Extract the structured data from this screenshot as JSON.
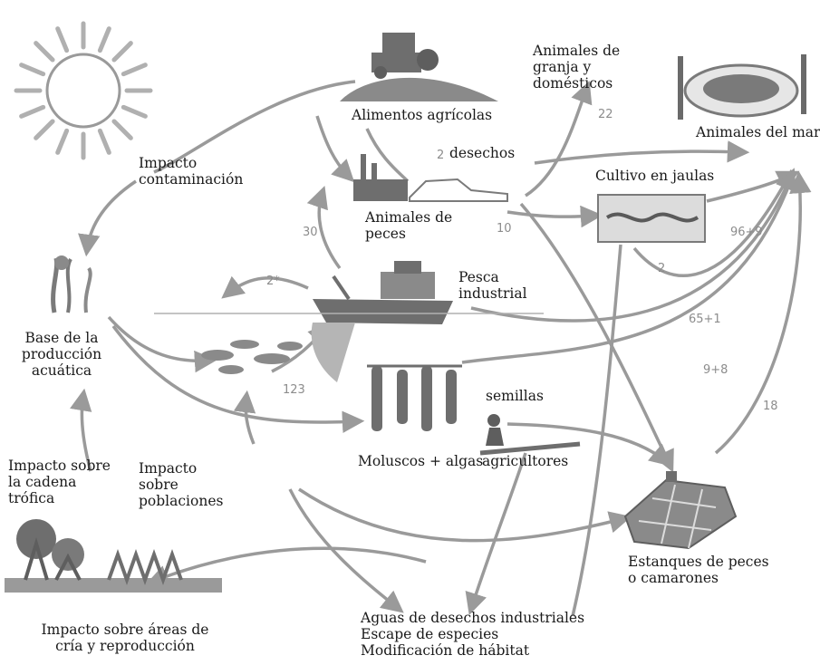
{
  "colors": {
    "arrow": "#9a9a9a",
    "illustration": "#7a7a7a",
    "text": "#1a1a1a"
  },
  "icons": [
    "sun-icon",
    "tractor-icon",
    "seafood-plate-icon",
    "factory-icon",
    "cage-icon",
    "fishing-boat-icon",
    "seaweed-icon",
    "fish-school-icon",
    "mollusc-rope-icon",
    "farmer-icon",
    "fish-pond-icon",
    "mangrove-icon"
  ],
  "labels": {
    "alimentos": "Alimentos agrícolas",
    "granja": [
      "Animales de",
      "granja y",
      "domésticos"
    ],
    "animales_mar": "Animales del mar",
    "desechos": "desechos",
    "impacto_contaminacion": [
      "Impacto",
      "contaminación"
    ],
    "cultivo_jaulas": "Cultivo en jaulas",
    "animales_peces": [
      "Animales de",
      "peces"
    ],
    "pesca": [
      "Pesca",
      "industrial"
    ],
    "base": [
      "Base de la",
      "producción",
      "acuática"
    ],
    "semillas": "semillas",
    "moluscos": "Moluscos + algas",
    "agricultores": "agricultores",
    "impacto_cadena": [
      "Impacto sobre",
      "la cadena",
      "trófica"
    ],
    "impacto_poblaciones": [
      "Impacto",
      "sobre",
      "poblaciones"
    ],
    "estanques": [
      "Estanques de peces",
      "o camarones"
    ],
    "impacto_areas": [
      "Impacto sobre áreas de",
      "cría y reproducción"
    ],
    "aguas": [
      "Aguas de desechos industriales",
      "Escape de especies",
      "Modificación de hábitat"
    ]
  },
  "flow_numbers": {
    "n22": "22",
    "n2_desechos": "2",
    "n10": "10",
    "n30": "30",
    "n2_jaulas": "2",
    "n96": "96+9",
    "n2star": "2*",
    "n65": "65+1",
    "n9": "9+8",
    "n123": "123",
    "n18": "18"
  }
}
